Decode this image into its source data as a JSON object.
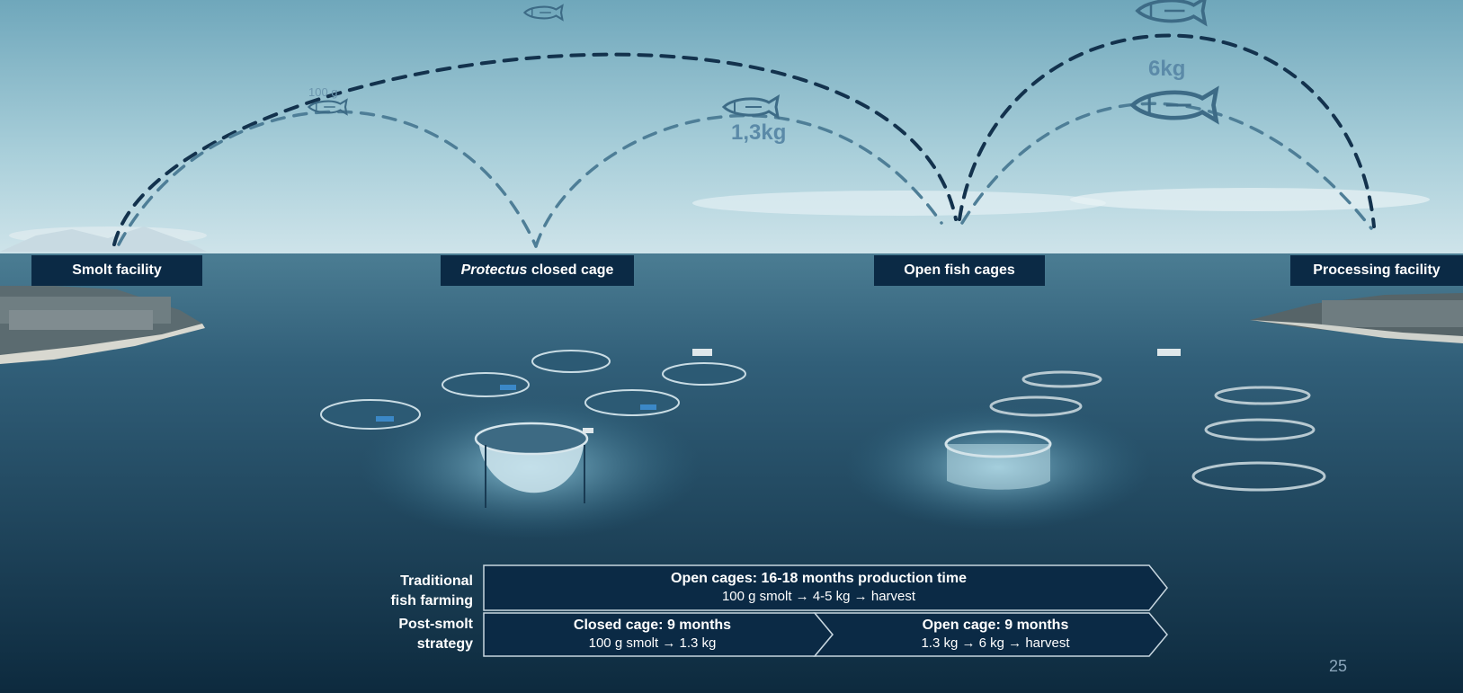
{
  "labels": {
    "smolt": "Smolt facility",
    "protectus_italic": "Protectus",
    "protectus_rest": " closed cage",
    "open_cages": "Open fish cages",
    "processing": "Processing facility"
  },
  "weights": {
    "w100g": "100 g",
    "w13kg": "1,3kg",
    "w6kg": "6kg"
  },
  "timeline": {
    "traditional_label": "Traditional fish farming",
    "poststmolt_label": "Post-smolt strategy",
    "traditional": {
      "title": "Open cages: 16-18 months production time",
      "sub": "100 g smolt → 4-5 kg → harvest"
    },
    "closed": {
      "title": "Closed cage: 9 months",
      "sub": "100 g smolt → 1.3 kg"
    },
    "open": {
      "title": "Open cage: 9 months",
      "sub": "1.3 kg → 6 kg → harvest"
    }
  },
  "page_number": "25",
  "colors": {
    "sky_top": "#6fa7bb",
    "sky_bottom": "#cfe4ea",
    "sea_top": "#3f7088",
    "sea_bottom": "#0d2a3e",
    "label_bg": "#0b2a45",
    "dash_dark": "#13324d",
    "dash_light": "#4e7e97",
    "fish_icon": "#3d6b86"
  }
}
